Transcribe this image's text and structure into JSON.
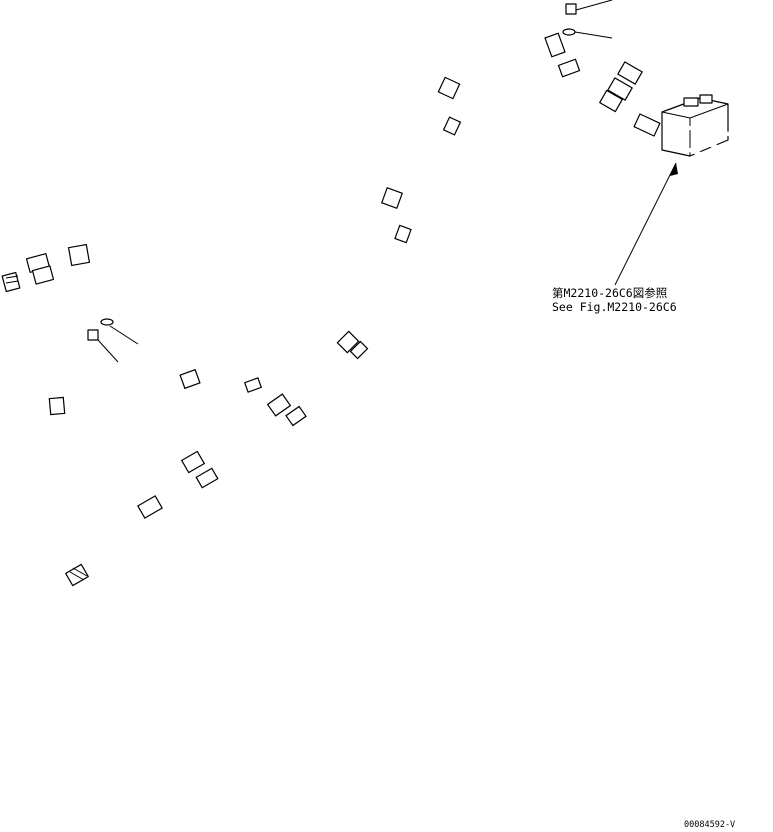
{
  "reference": {
    "japanese": "第M2210-26C6図参照",
    "english": "See Fig.M2210-26C6"
  },
  "drawing_number": "00084592-V"
}
